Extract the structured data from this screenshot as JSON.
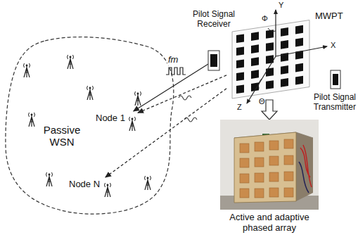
{
  "diagram": {
    "nodes": [
      {
        "text": [
          "Passive WSN"
        ]
      },
      {
        "text": [
          "Node 1"
        ],
        "in": 0
      },
      {
        "text": [
          "Node N"
        ],
        "in": 0
      },
      {
        "text": [
          "Pilot Signal Receiver"
        ]
      },
      {
        "text": [
          "MWPT"
        ]
      },
      {
        "text": [
          "Pilot Signal Transmitter"
        ]
      },
      {
        "text": [
          "Active and adaptive phased array"
        ]
      }
    ],
    "edges": [
      {
        "from": 3,
        "to": 1,
        "label": "fm",
        "arrow": "to"
      },
      {
        "from": 4,
        "to": 1,
        "arrow": "to"
      },
      {
        "from": 4,
        "to": 2,
        "arrow": "to"
      },
      {
        "from": 4,
        "to": 6,
        "arrow": "to"
      }
    ],
    "labels": [
      "Y",
      "X",
      "Z",
      "Φ",
      "Θ"
    ]
  }
}
